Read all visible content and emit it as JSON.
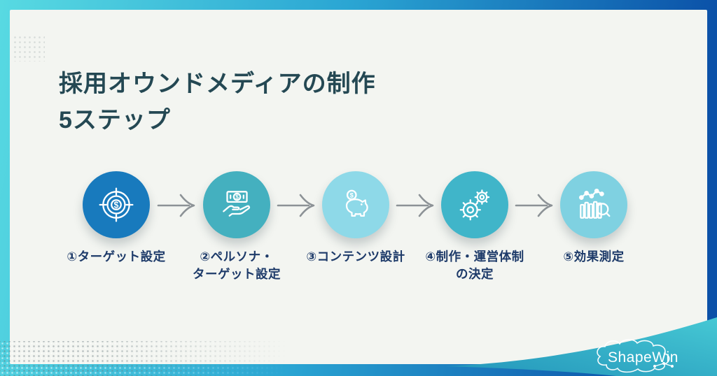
{
  "title": {
    "line1": "採用オウンドメディアの制作",
    "line2": "5ステップ"
  },
  "steps": [
    {
      "label": "①ターゲット設定",
      "icon": "target-dollar-icon",
      "circle_color": "#187abd"
    },
    {
      "label": "②ペルソナ・\nターゲット設定",
      "icon": "money-in-hand-icon",
      "circle_color": "#44b0bf"
    },
    {
      "label": "③コンテンツ設計",
      "icon": "piggy-bank-icon",
      "circle_color": "#8ed9e8"
    },
    {
      "label": "④制作・運営体制\nの決定",
      "icon": "gears-icon",
      "circle_color": "#40b5c9"
    },
    {
      "label": "⑤効果測定",
      "icon": "chart-magnifier-icon",
      "circle_color": "#7fd1e1"
    }
  ],
  "logo": {
    "text": "ShapeWin"
  },
  "colors": {
    "card_bg": "#f3f5f1",
    "frame_teal": "#58dae2",
    "frame_mid": "#2aa5d3",
    "frame_blue": "#0b51a8",
    "swoosh_start": "#46c8d4",
    "swoosh_end": "#2395ba",
    "title": "#244853",
    "label": "#1d3a69",
    "arrow": "#8c9296"
  }
}
